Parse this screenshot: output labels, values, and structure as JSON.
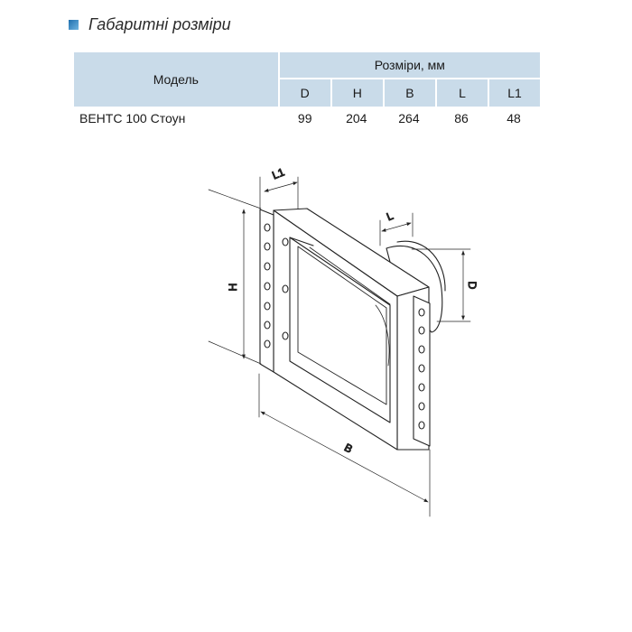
{
  "heading": {
    "title": "Габаритні розміри"
  },
  "table": {
    "model_header": "Модель",
    "sizes_header": "Розміри, мм",
    "columns": [
      "D",
      "H",
      "B",
      "L",
      "L1"
    ],
    "rows": [
      {
        "model": "ВЕНТС 100 Стоун",
        "values": [
          "99",
          "204",
          "264",
          "86",
          "48"
        ]
      }
    ]
  },
  "drawing": {
    "labels": {
      "l1": "L1",
      "l": "L",
      "h": "H",
      "d": "D",
      "b": "B"
    }
  }
}
